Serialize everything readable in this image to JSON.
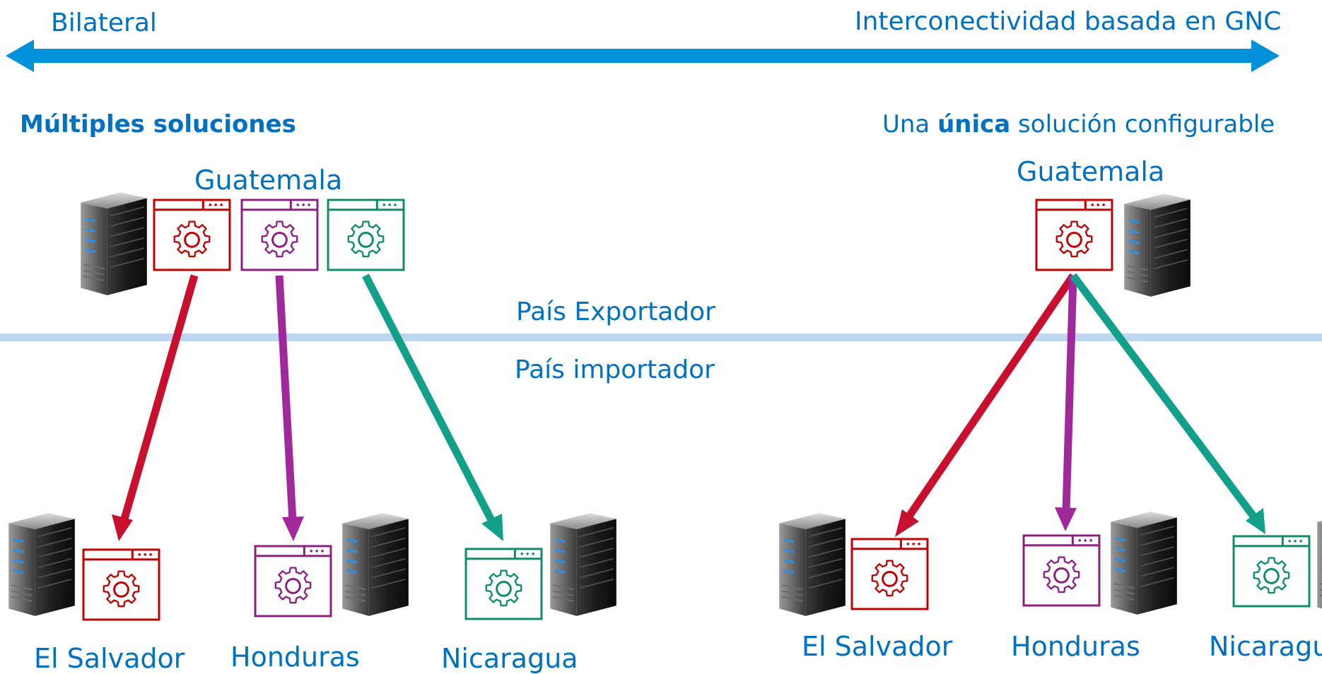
{
  "spectrum": {
    "left_label": "Bilateral",
    "right_label": "Interconectividad basada en GNC"
  },
  "left_panel": {
    "heading": "Múltiples soluciones",
    "exporter": "Guatemala",
    "importers": [
      "El Salvador",
      "Honduras",
      "Nicaragua"
    ]
  },
  "right_panel": {
    "heading_prefix": "Una ",
    "heading_bold": "única",
    "heading_suffix": " solución configurable",
    "exporter": "Guatemala",
    "importers": [
      "El Salvador",
      "Honduras",
      "Nicaragua"
    ]
  },
  "divider": {
    "upper_label": "País Exportador",
    "lower_label": "País importador"
  },
  "colors": {
    "arrow_blue": "#0091D8",
    "divider": "#BDD7EE",
    "text_blue": "#0070C0",
    "red": "#C00000",
    "red_arrow": "#C8102E",
    "purple": "#8B1E7F",
    "purple_arrow": "#A0289A",
    "teal": "#0D8C6C",
    "teal_arrow": "#12A08A"
  },
  "icons": {
    "server": "server-tower-icon",
    "app": "app-window-gear-icon"
  }
}
